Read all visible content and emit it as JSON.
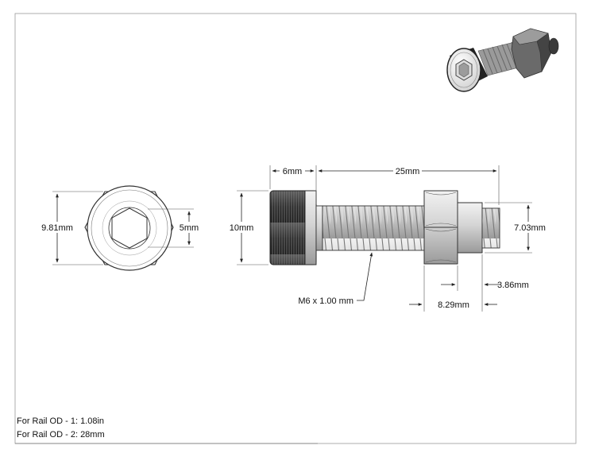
{
  "dimensions": {
    "hex_width": "9.81mm",
    "socket_size": "5mm",
    "head_diameter": "10mm",
    "head_length": "6mm",
    "bolt_length": "25mm",
    "nut_width": "7.03mm",
    "thread_spec": "M6 x 1.00 mm",
    "nut_thickness": "8.29mm",
    "washer_thickness": "3.86mm"
  },
  "notes": [
    "For Rail OD - 1: 1.08in",
    "For Rail OD - 2: 28mm"
  ],
  "colors": {
    "line": "#222222",
    "part_fill": "#d0d0d0",
    "part_dark": "#555555"
  },
  "icons": {
    "iso_view": "socket-head-bolt-with-nut-icon"
  }
}
